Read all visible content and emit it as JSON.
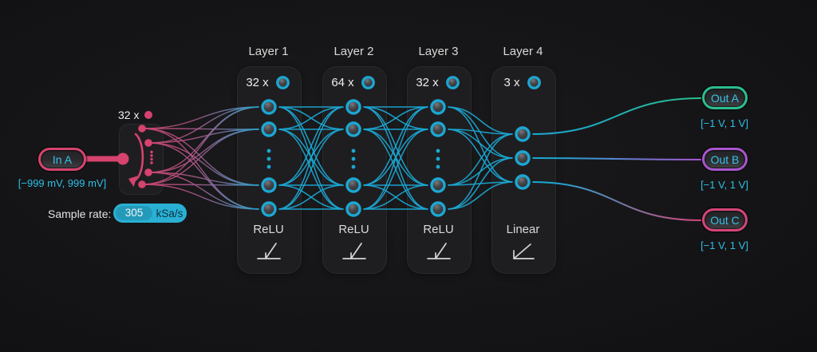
{
  "colors": {
    "accent_cyan": "#1ba7d2",
    "text_cyan": "#35c2e8",
    "pink": "#d6436e",
    "green": "#2abd8d",
    "purple": "#a855cf",
    "magenta": "#d64479",
    "panel": "#1e1e21",
    "background": "#161618"
  },
  "input": {
    "fanout_count_label": "32 x",
    "label": "In A",
    "range": "[−999 mV, 999 mV]",
    "sample_rate_label": "Sample rate:",
    "sample_rate_value": "305",
    "sample_rate_unit": "kSa/s"
  },
  "layers": [
    {
      "title": "Layer 1",
      "count_label": "32 x",
      "activation": "ReLU"
    },
    {
      "title": "Layer 2",
      "count_label": "64 x",
      "activation": "ReLU"
    },
    {
      "title": "Layer 3",
      "count_label": "32 x",
      "activation": "ReLU"
    },
    {
      "title": "Layer 4",
      "count_label": "3 x",
      "activation": "Linear"
    }
  ],
  "outputs": [
    {
      "label": "Out A",
      "range": "[−1 V, 1 V]",
      "color": "#2abd8d"
    },
    {
      "label": "Out B",
      "range": "[−1 V, 1 V]",
      "color": "#a855cf"
    },
    {
      "label": "Out C",
      "range": "[−1 V, 1 V]",
      "color": "#d64479"
    }
  ]
}
